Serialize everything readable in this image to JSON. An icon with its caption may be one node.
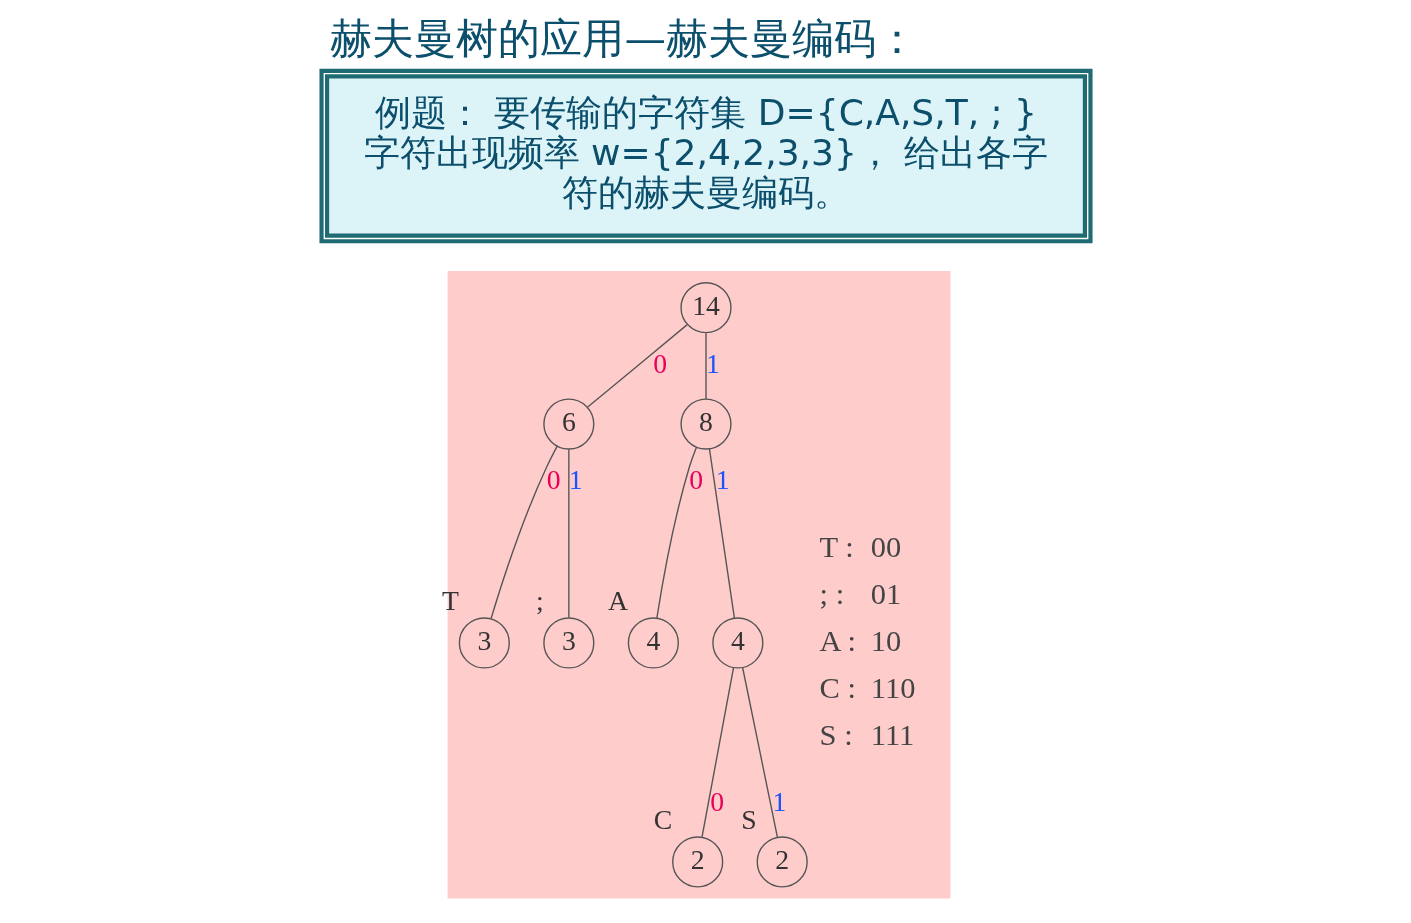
{
  "diagram": {
    "title": "赫夫曼树的应用—赫夫曼编码：",
    "nodes": [
      {
        "text": [
          "例题： 要传输的字符集 D={C,A,S,T, ; } 字符出现频率 w={2,4,2,3,3}， 给出各字符的赫夫曼编码。"
        ]
      },
      {
        "text": [],
        "shape": "box"
      },
      {
        "text": [
          "14"
        ],
        "in": 1
      },
      {
        "text": [
          "6"
        ],
        "in": 1
      },
      {
        "text": [
          "8"
        ],
        "in": 1
      },
      {
        "text": [
          "3"
        ],
        "in": 1,
        "beside": [
          "T"
        ]
      },
      {
        "text": [
          "3"
        ],
        "in": 1,
        "beside": [
          ";"
        ]
      },
      {
        "text": [
          "4"
        ],
        "in": 1,
        "beside": [
          "A"
        ]
      },
      {
        "text": [
          "4"
        ],
        "in": 1
      },
      {
        "text": [
          "2"
        ],
        "in": 1,
        "beside": [
          "C"
        ]
      },
      {
        "text": [
          "2"
        ],
        "in": 1,
        "beside": [
          "S"
        ]
      }
    ],
    "edges": [
      {
        "from": 2,
        "to": 3,
        "arrow": "none",
        "label": "0"
      },
      {
        "from": 2,
        "to": 4,
        "arrow": "none",
        "label": "1"
      },
      {
        "from": 3,
        "to": 5,
        "arrow": "none",
        "label": "0"
      },
      {
        "from": 3,
        "to": 6,
        "arrow": "none",
        "label": "1"
      },
      {
        "from": 4,
        "to": 7,
        "arrow": "none",
        "label": "0"
      },
      {
        "from": 4,
        "to": 8,
        "arrow": "none",
        "label": "1"
      },
      {
        "from": 8,
        "to": 9,
        "arrow": "none",
        "label": "0"
      },
      {
        "from": 8,
        "to": 10,
        "arrow": "none",
        "label": "1"
      }
    ],
    "labels": [
      "T :",
      "00",
      "; :",
      "01",
      "A :",
      "10",
      "C :",
      "110",
      "S :",
      "111"
    ]
  }
}
